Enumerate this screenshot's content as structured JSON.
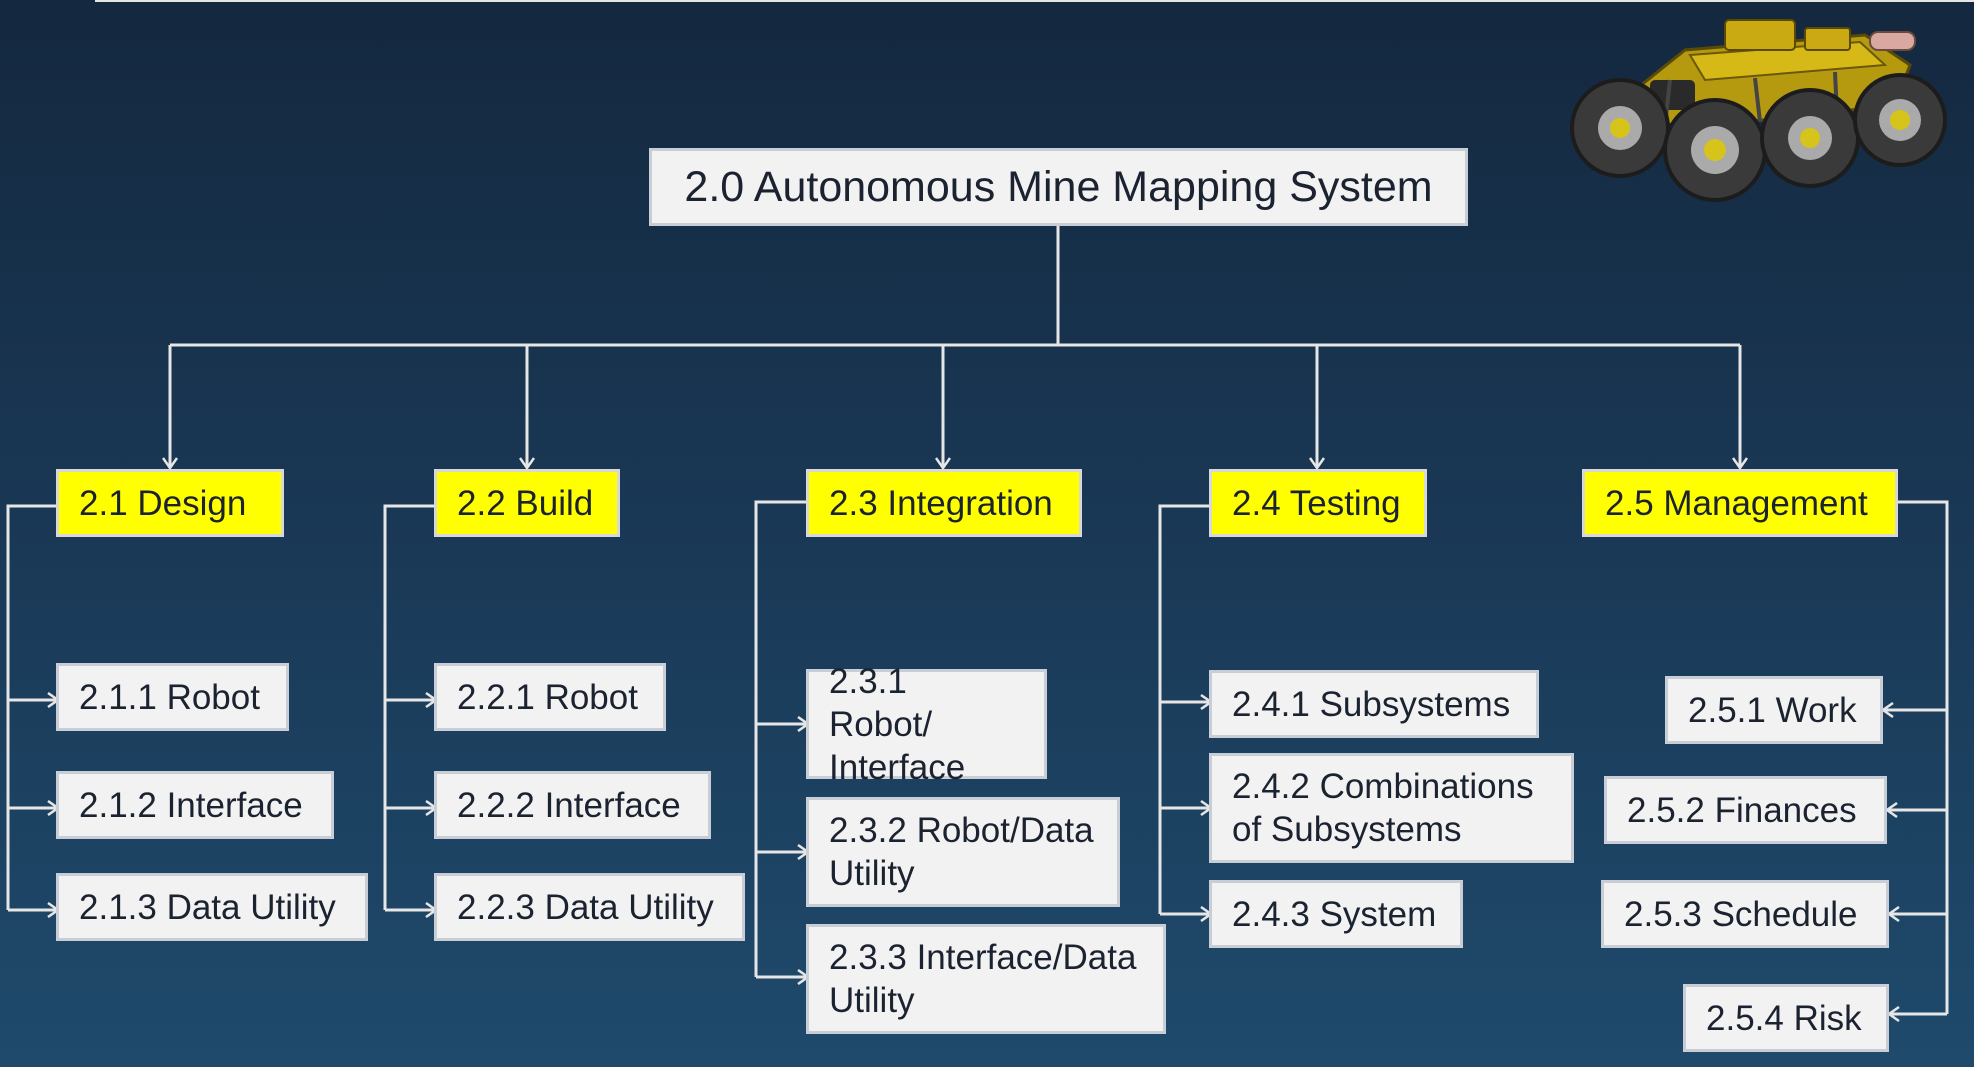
{
  "root": {
    "label": "2.0 Autonomous Mine Mapping System"
  },
  "branches": [
    {
      "label": "2.1 Design",
      "children": [
        "2.1.1 Robot",
        "2.1.2 Interface",
        "2.1.3 Data Utility"
      ]
    },
    {
      "label": "2.2 Build",
      "children": [
        "2.2.1 Robot",
        "2.2.2 Interface",
        "2.2.3 Data Utility"
      ]
    },
    {
      "label": "2.3 Integration",
      "children": [
        "2.3.1 Robot/ Interface",
        "2.3.2 Robot/Data Utility",
        "2.3.3 Interface/Data Utility"
      ]
    },
    {
      "label": "2.4 Testing",
      "children": [
        "2.4.1 Subsystems",
        "2.4.2 Combinations of Subsystems",
        "2.4.3 System"
      ]
    },
    {
      "label": "2.5 Management",
      "children": [
        "2.5.1 Work",
        "2.5.2 Finances",
        "2.5.3 Schedule",
        "2.5.4 Risk"
      ]
    }
  ],
  "colors": {
    "background_top": "#14283f",
    "background_bottom": "#1f4a6c",
    "level1_fill": "#ffff00",
    "level2_fill": "#f2f2f2",
    "connector": "#e6e6e6"
  },
  "image": {
    "name": "six-wheeled-mine-mapping-robot"
  }
}
